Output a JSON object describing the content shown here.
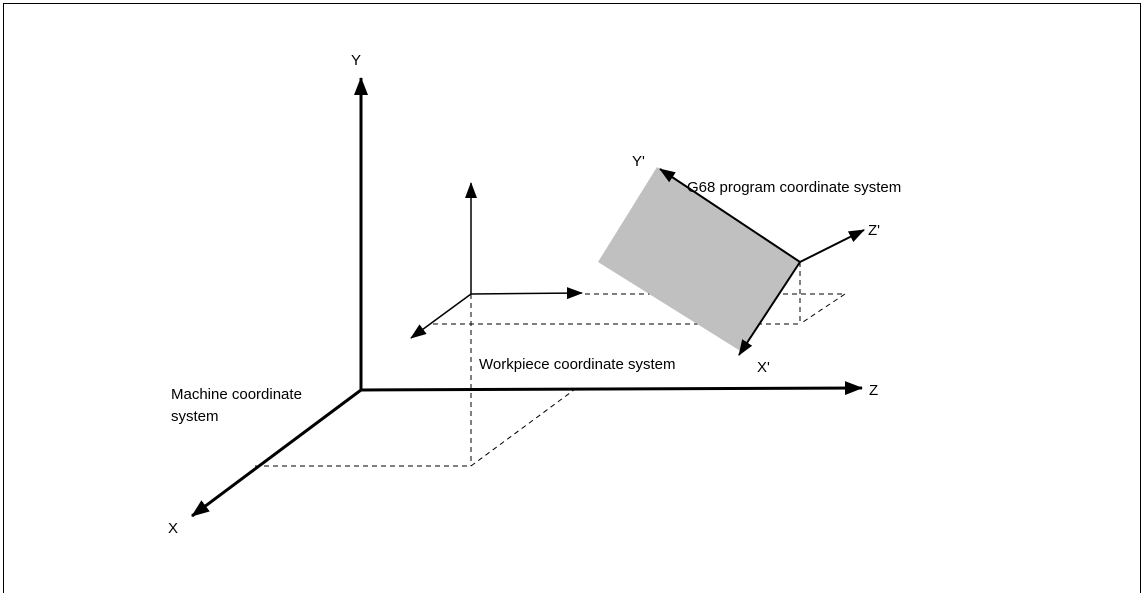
{
  "axes": {
    "machine": {
      "x": "X",
      "y": "Y",
      "z": "Z"
    },
    "program": {
      "x": "X'",
      "y": "Y'",
      "z": "Z'"
    }
  },
  "labels": {
    "machine_line1": "Machine coordinate",
    "machine_line2": "system",
    "workpiece": "Workpiece coordinate system",
    "program": "G68 program coordinate system"
  },
  "colors": {
    "plane_fill": "#c0c0c0",
    "line": "#000000"
  }
}
